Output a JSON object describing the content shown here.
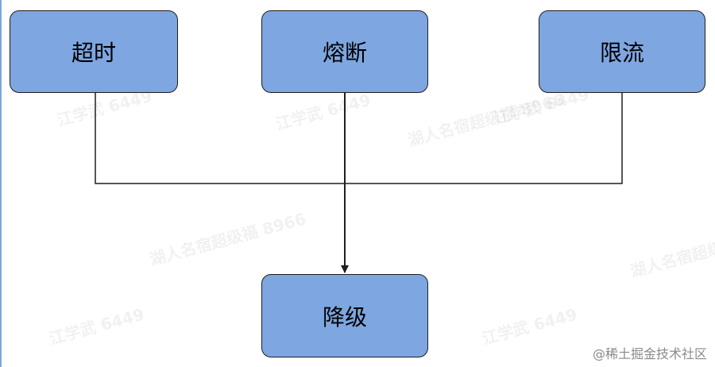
{
  "nodes": {
    "timeout": "超时",
    "breaker": "熔断",
    "limit": "限流",
    "degrade": "降级"
  },
  "watermarks": {
    "user_a": "江学武 6449",
    "user_b": "湖人名宿超级福 8966"
  },
  "footer": {
    "site": "@稀土掘金技术社区"
  },
  "colors": {
    "node_fill": "#7ea6e0",
    "node_border": "#1f1f1f",
    "edge": "#1f1f1f"
  }
}
